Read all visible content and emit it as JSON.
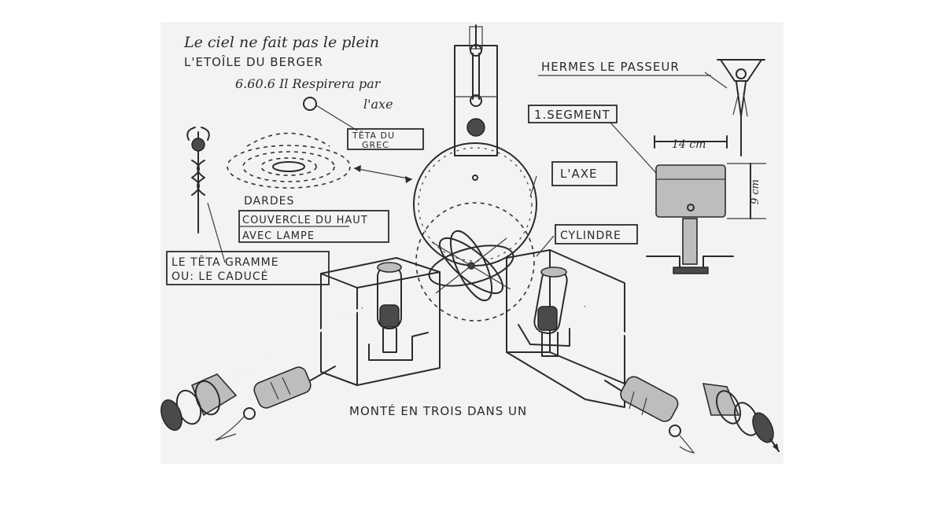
{
  "header_lines": {
    "line1": "Le ciel ne fait pas le plein",
    "line2": "L'ETOÎLE DU BERGER",
    "line3": "6.60.6 Il Respirera par",
    "line4": "l'axe"
  },
  "labels": {
    "hermes": "HERMES LE PASSEUR",
    "segment": "1.SEGMENT",
    "teta_line1": "TÊTA DU",
    "teta_line2": "GREC",
    "axe": "L'AXE",
    "dardes": "DARDES",
    "couvercle_line1": "COUVERCLE DU HAUT",
    "couvercle_line2": "AVEC LAMPE",
    "cylindre": "CYLINDRE",
    "tetagramme_line1": "LE TÊTA GRAMME",
    "tetagramme_line2": "OU: LE CADUCÉ",
    "monte": "MONTÉ EN TROIS DANS UN",
    "dim_width": "14 cm",
    "dim_height": "9 cm"
  },
  "colors": {
    "paper": "#f3f3f2",
    "pencil": "#2b2b2b"
  }
}
